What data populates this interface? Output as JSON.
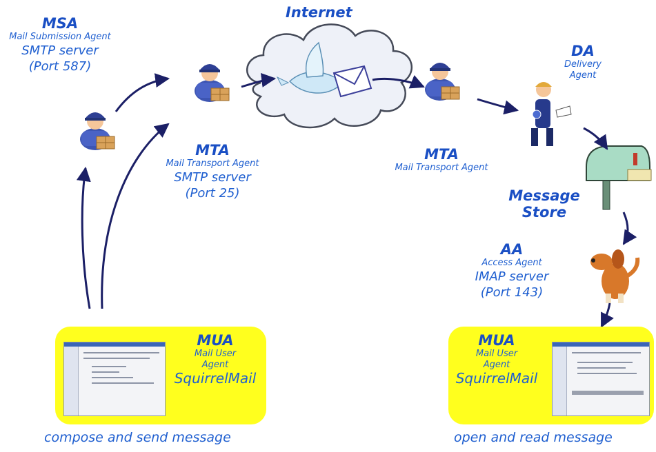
{
  "internet": {
    "title": "Internet"
  },
  "msa": {
    "title": "MSA",
    "subtitle": "Mail Submission Agent",
    "server": "SMTP server",
    "port": "(Port 587)"
  },
  "mta1": {
    "title": "MTA",
    "subtitle": "Mail Transport Agent",
    "server": "SMTP server",
    "port": "(Port 25)"
  },
  "mta2": {
    "title": "MTA",
    "subtitle": "Mail Transport Agent"
  },
  "da": {
    "title": "DA",
    "line1": "Delivery",
    "line2": "Agent"
  },
  "store": {
    "line1": "Message",
    "line2": "Store"
  },
  "aa": {
    "title": "AA",
    "subtitle": "Access Agent",
    "server": "IMAP server",
    "port": "(Port 143)"
  },
  "mua_left": {
    "title": "MUA",
    "line1": "Mail User",
    "line2": "Agent",
    "app": "SquirrelMail",
    "caption": "compose and send message"
  },
  "mua_right": {
    "title": "MUA",
    "line1": "Mail User",
    "line2": "Agent",
    "app": "SquirrelMail",
    "caption": "open and read message"
  },
  "colors": {
    "label": "#1f5fd0",
    "arrow": "#1b1f66",
    "mua_box": "#ffff1e",
    "cloud": "#eef1f8"
  },
  "icons": [
    "mailman-icon",
    "cloud-icon",
    "dove-icon",
    "envelope-icon",
    "postman-icon",
    "mailbox-icon",
    "dog-icon",
    "screenshot-thumbnail"
  ]
}
